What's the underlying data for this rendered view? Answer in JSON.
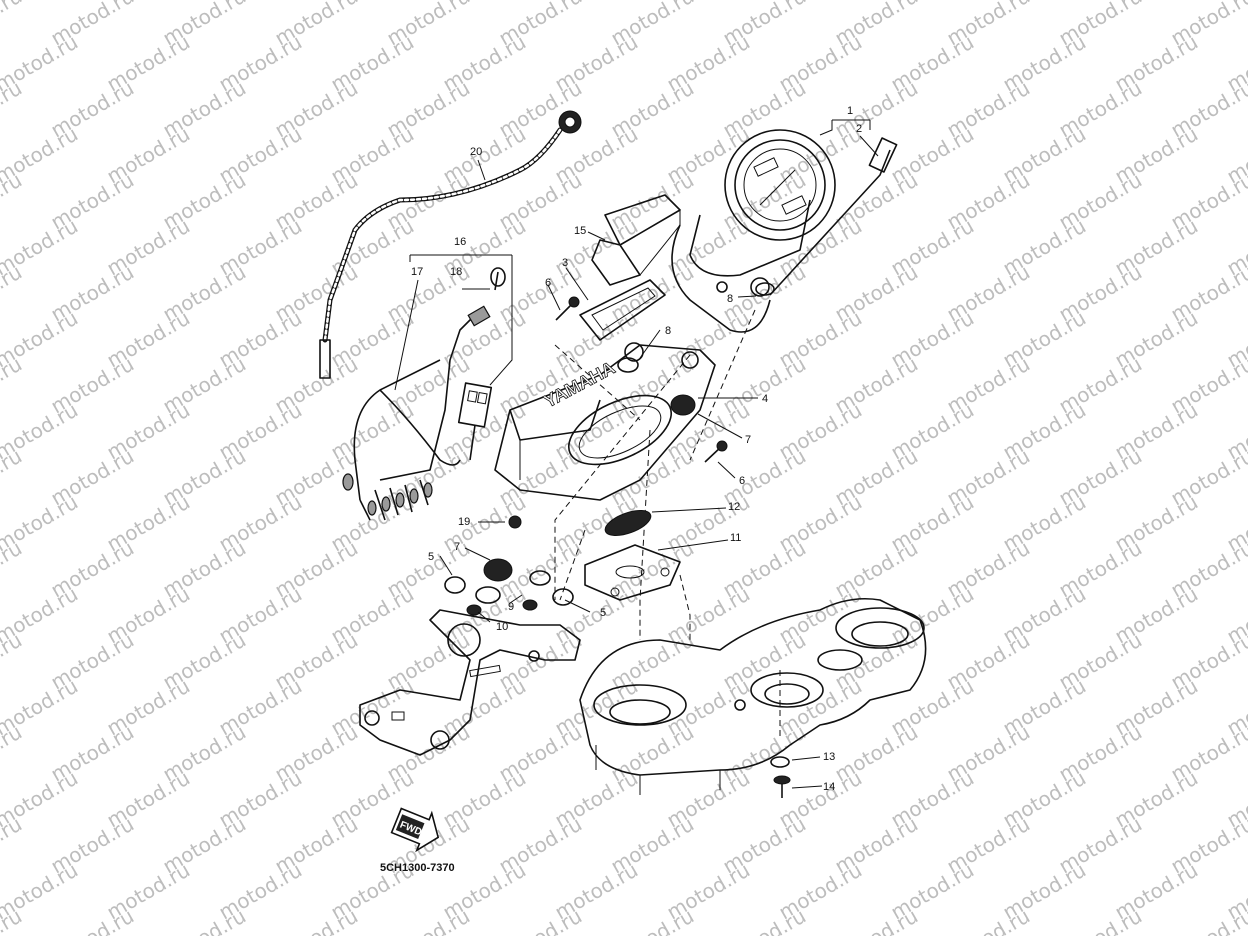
{
  "watermark": {
    "text": "motod.ru",
    "color": "#bdbdbd"
  },
  "callouts": [
    "1",
    "2",
    "3",
    "4",
    "5",
    "5",
    "6",
    "6",
    "7",
    "7",
    "8",
    "8",
    "9",
    "10",
    "11",
    "12",
    "13",
    "14",
    "15",
    "16",
    "17",
    "18",
    "19",
    "20"
  ],
  "drawing_code": "5CH1300-7370",
  "fwd_label": "FWD",
  "brand_text": "YAMAHA"
}
